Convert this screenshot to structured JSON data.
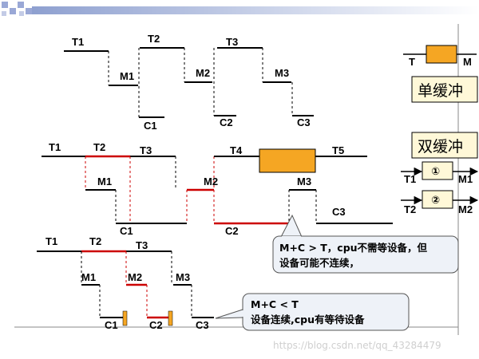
{
  "colors": {
    "line": "#000000",
    "red_line": "#cc0000",
    "buffer_fill": "#f5a623",
    "box_fill": "#fff8d8",
    "callout_fill": "#eef2f8",
    "gray_border": "#888888",
    "header_left": "#8ea0d0",
    "header_right": "#ffffff"
  },
  "icons": [
    "header-checker-pattern",
    "arrow-icon"
  ],
  "single_buffer_legend": {
    "in_label": "T",
    "out_label": "M",
    "title": "单缓冲"
  },
  "double_buffer_legend": {
    "title": "双缓冲",
    "buffer1_in": "T1",
    "buffer1_mark": "①",
    "buffer1_out": "M1",
    "buffer2_in": "T2",
    "buffer2_mark": "②",
    "buffer2_out": "M2"
  },
  "row1": {
    "labels": {
      "t1": "T1",
      "m1": "M1",
      "c1": "C1",
      "t2": "T2",
      "m2": "M2",
      "c2": "C2",
      "t3": "T3",
      "m3": "M3",
      "c3": "C3"
    }
  },
  "row2": {
    "labels": {
      "t1": "T1",
      "t2": "T2",
      "t3": "T3",
      "m1": "M1",
      "c1": "C1",
      "m2": "M2",
      "c2": "C2",
      "t4": "T4",
      "t5": "T5",
      "m3": "M3",
      "c3": "C3"
    }
  },
  "row3": {
    "labels": {
      "t1": "T1",
      "t2": "T2",
      "t3": "T3",
      "m1": "M1",
      "c1": "C1",
      "m2": "M2",
      "c2": "C2",
      "m3": "M3",
      "c3": "C3"
    }
  },
  "callouts": {
    "upper_line1": "M+C > T，cpu不需等设备，但",
    "upper_line2": "设备可能不连续，",
    "lower_line1": "M+C < T",
    "lower_line2": "设备连续,cpu有等待设备"
  },
  "watermark": "https://blog.csdn.net/qq_43284479"
}
